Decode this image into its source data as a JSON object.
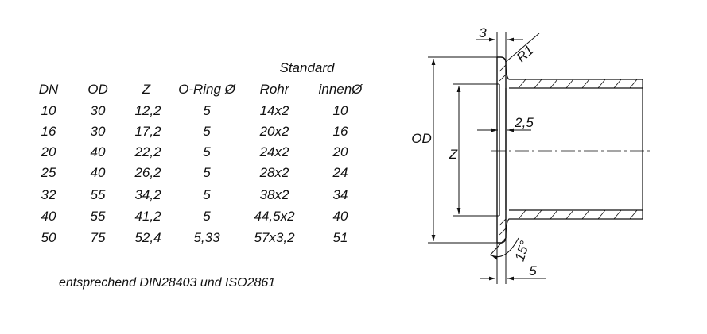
{
  "table": {
    "header_group": "Standard",
    "headers": [
      "DN",
      "OD",
      "Z",
      "O-Ring Ø",
      "Rohr",
      "innenØ"
    ],
    "rows": [
      [
        "10",
        "30",
        "12,2",
        "5",
        "14x2",
        "10"
      ],
      [
        "16",
        "30",
        "17,2",
        "5",
        "20x2",
        "16"
      ],
      [
        "20",
        "40",
        "22,2",
        "5",
        "24x2",
        "20"
      ],
      [
        "25",
        "40",
        "26,2",
        "5",
        "28x2",
        "24"
      ],
      [
        "32",
        "55",
        "34,2",
        "5",
        "38x2",
        "34"
      ],
      [
        "40",
        "55",
        "41,2",
        "5",
        "44,5x2",
        "40"
      ],
      [
        "50",
        "75",
        "52,4",
        "5,33",
        "57x3,2",
        "51"
      ]
    ]
  },
  "note": "entsprechend DIN28403 und ISO2861",
  "drawing": {
    "labels": {
      "od": "OD",
      "z": "Z",
      "dim_top": "3",
      "radius": "R1",
      "dim_groove": "2,5",
      "angle": "15°",
      "dim_bottom": "5"
    },
    "line_color": "#111111"
  }
}
